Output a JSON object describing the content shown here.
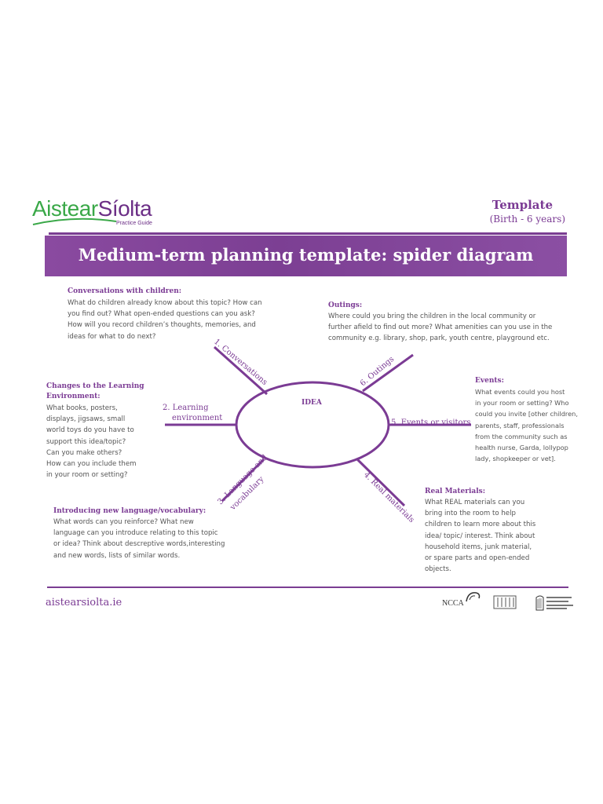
{
  "header": {
    "logo_part1": "Aistear",
    "logo_part2": "Síolta",
    "logo_sub": "Practice Guide",
    "template_label": "Template",
    "age_label": "(Birth - 6 years)"
  },
  "banner": {
    "title": "Medium-term planning template: spider diagram"
  },
  "sections": {
    "conversations": {
      "heading": "Conversations with children:",
      "lines": [
        "What do children already know about this topic? How can",
        "you find out? What open-ended questions can you ask?",
        "How will you record children’s thoughts, memories, and",
        "ideas for what to do next?"
      ]
    },
    "outings": {
      "heading": "Outings:",
      "lines": [
        "Where could you bring the children in the local community or",
        "further afield to find out more? What amenities can you use in the",
        "community e.g. library, shop, park, youth centre, playground etc."
      ]
    },
    "learning_env": {
      "heading_line1": "Changes to the Learning",
      "heading_line2": "Environment:",
      "lines": [
        "What books, posters,",
        "displays, jigsaws, small",
        "world toys do you have to",
        "support this idea/topic?",
        "Can you make others?",
        "How can you include them",
        "in your room or setting?"
      ]
    },
    "events": {
      "heading": "Events:",
      "lines": [
        "What events could you host",
        "in your room or setting? Who",
        "could you invite [other children,",
        "parents, staff, professionals",
        "from the community such as",
        "health nurse, Garda, lollypop",
        "lady, shopkeeper or vet]."
      ]
    },
    "language": {
      "heading": "Introducing new language/vocabulary:",
      "lines": [
        "What words can you reinforce? What new",
        "language can you introduce relating to this topic",
        "or idea? Think about descreptive words,interesting",
        "and new words,  lists of similar words."
      ]
    },
    "materials": {
      "heading": "Real Materials:",
      "lines": [
        "What REAL materials can you",
        "bring into the room to help",
        "children to learn more about this",
        "idea/ topic/ interest. Think about",
        "household items, junk material,",
        "or spare parts and open-ended",
        "objects."
      ]
    }
  },
  "spider": {
    "center": "IDEA",
    "leg1": "1. Conversations",
    "leg2_line1": "2. Learning",
    "leg2_line2": "environment",
    "leg3_line1": "3. Language and",
    "leg3_line2": "vocabulary",
    "leg4": "4. Real materials",
    "leg5": "5. Events or visitors",
    "leg6": "6. Outings"
  },
  "footer": {
    "url": "aistearsiolta.ie",
    "ncca": "NCCA"
  },
  "colors": {
    "purple": "#7b3b94",
    "green": "#3aa848"
  }
}
